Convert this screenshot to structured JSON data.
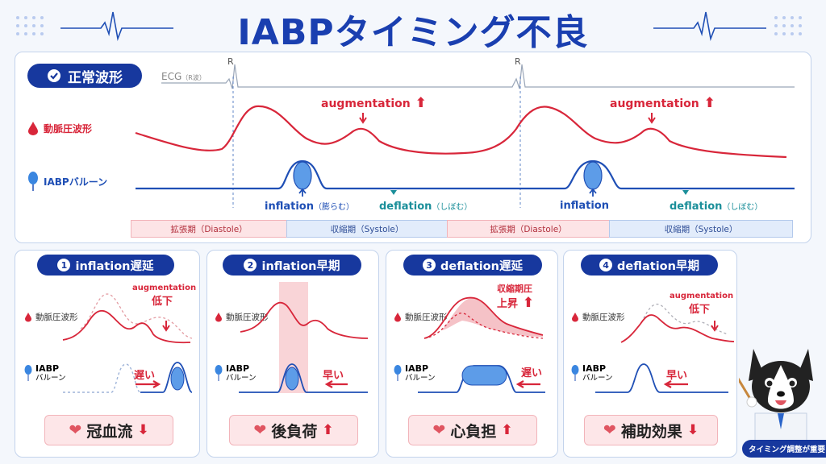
{
  "title": "IABPタイミング不良",
  "normal": {
    "badge": "正常波形",
    "ecg_label": "ECG",
    "ecg_sub": "（R波）",
    "r_label": "R",
    "artery_label": "動脈圧波形",
    "balloon_label": "IABPバルーン",
    "augmentation": "augmentation",
    "inflation": "inflation",
    "inflation_sub": "（膨らむ）",
    "deflation": "deflation",
    "deflation_sub": "（しぼむ）",
    "phases": [
      "拡張期（Diastole）",
      "収縮期（Systole）",
      "拡張期（Diastole）",
      "収縮期（Systole）"
    ]
  },
  "cases": [
    {
      "num": "1",
      "title": "inflation遅延",
      "artery": "動脈圧波形",
      "balloon1": "IABP",
      "balloon2": "バルーン",
      "note1": "augmentation",
      "note2": "低下",
      "timing": "遅い",
      "result": "冠血流"
    },
    {
      "num": "2",
      "title": "inflation早期",
      "artery": "動脈圧波形",
      "balloon1": "IABP",
      "balloon2": "バルーン",
      "note1": "",
      "note2": "",
      "timing": "早い",
      "result": "後負荷"
    },
    {
      "num": "3",
      "title": "deflation遅延",
      "artery": "動脈圧波形",
      "balloon1": "IABP",
      "balloon2": "バルーン",
      "note1": "収縮期圧",
      "note2": "上昇",
      "timing": "遅い",
      "result": "心負担"
    },
    {
      "num": "4",
      "title": "deflation早期",
      "artery": "動脈圧波形",
      "balloon1": "IABP",
      "balloon2": "バルーン",
      "note1": "augmentation",
      "note2": "低下",
      "timing": "早い",
      "result": "補助効果"
    }
  ],
  "mascot_caption": "タイミング調整が重要！",
  "icons": [
    "check-icon",
    "blood-drop-icon",
    "balloon-icon",
    "heart-icon",
    "arrow-up-icon",
    "arrow-down-icon"
  ],
  "colors": {
    "title": "#1a3fb0",
    "navy": "#17389e",
    "red": "#d8263a",
    "blue": "#1f4fb5",
    "teal": "#1b8f9a"
  }
}
